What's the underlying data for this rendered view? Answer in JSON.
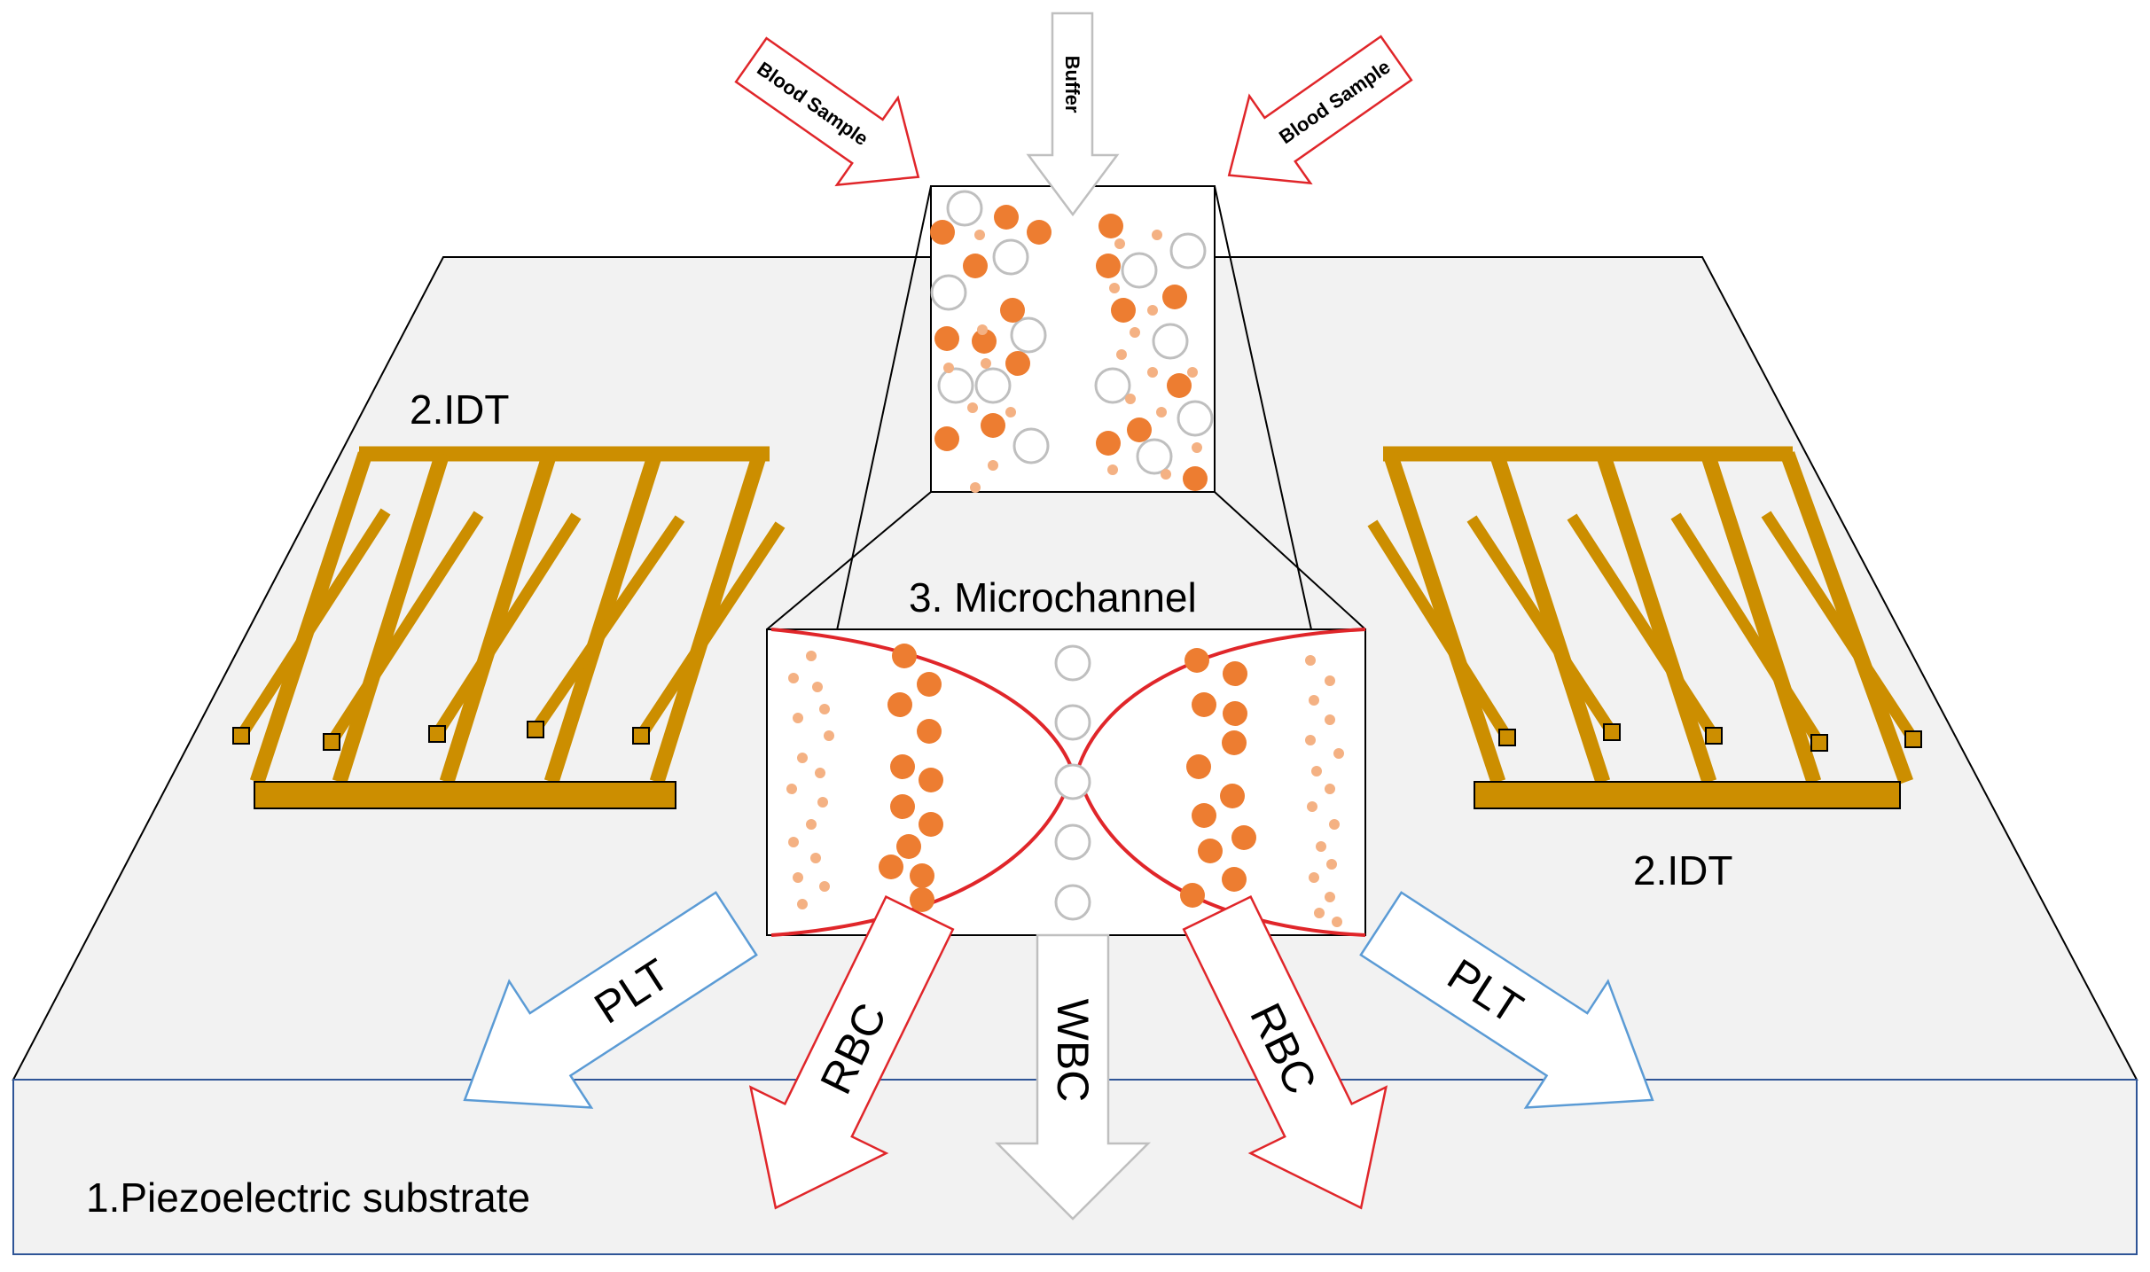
{
  "labels": {
    "substrate": "1.Piezoelectric substrate",
    "idt_left": "2.IDT",
    "idt_right": "2.IDT",
    "microchannel": "3. Microchannel",
    "blood_left": "Blood Sample",
    "blood_right": "Blood Sample",
    "buffer": "Buffer",
    "plt_left": "PLT",
    "plt_right": "PLT",
    "rbc_left": "RBC",
    "rbc_right": "RBC",
    "wbc": "WBC"
  },
  "colors": {
    "substrate_fill": "#f2f2f2",
    "electrode": "#cc8e00",
    "cell_orange": "#ed7d31",
    "cell_light_orange": "#f4b183",
    "wbc_stroke": "#bfbfbf",
    "inlet_blood": "#e0262a",
    "outlet_plt": "#5b9bd5",
    "outlet_rbc": "#e0262a",
    "outlet_wbc": "#bfbfbf",
    "streamline": "#e0262a"
  }
}
